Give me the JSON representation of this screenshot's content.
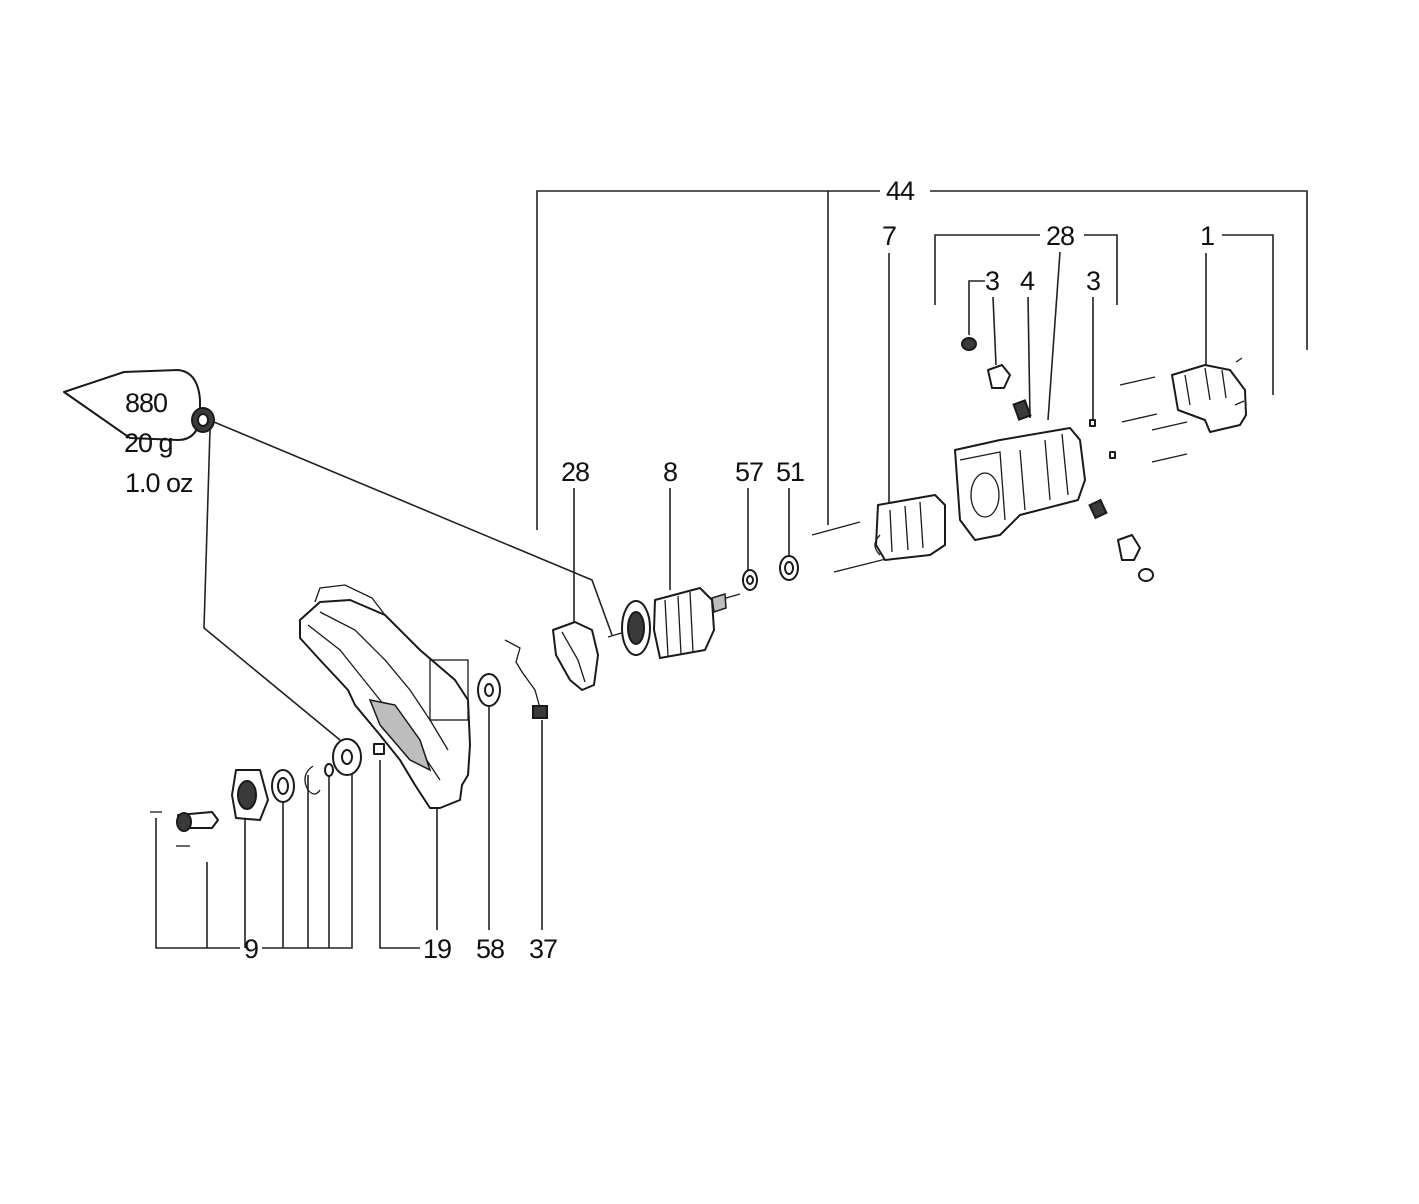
{
  "tube": {
    "number": "880",
    "weight_g": "20 g",
    "weight_oz": "1.0 oz"
  },
  "labels": {
    "p44": "44",
    "p28_top": "28",
    "p7": "7",
    "p1": "1",
    "p3_left": "3",
    "p4": "4",
    "p3_right": "3",
    "p28_mid": "28",
    "p8": "8",
    "p57": "57",
    "p51": "51",
    "p9": "9",
    "p19": "19",
    "p58": "58",
    "p37": "37"
  },
  "colors": {
    "line": "#222222",
    "text": "#111111",
    "background": "#ffffff"
  }
}
